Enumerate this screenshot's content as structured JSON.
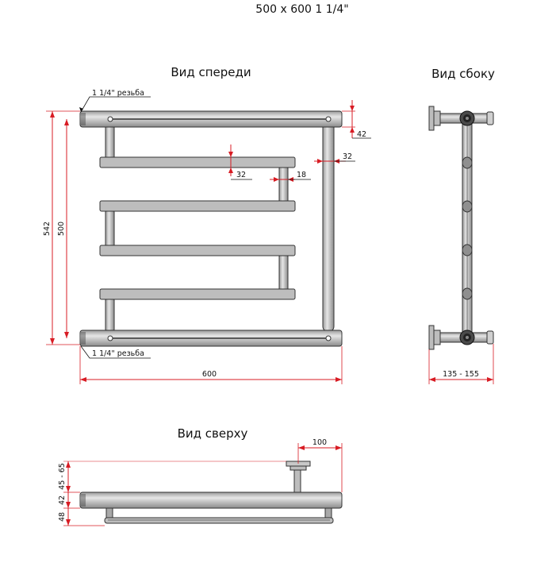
{
  "header": {
    "title": "500 х 600 1 1/4\""
  },
  "views": {
    "front": {
      "title": "Вид спереди"
    },
    "side": {
      "title": "Вид сбоку"
    },
    "top": {
      "title": "Вид сверху"
    }
  },
  "notes": {
    "thread_top": "1 1/4\" резьба",
    "thread_bottom": "1 1/4\" резьба"
  },
  "dimensions": {
    "height_total": "542",
    "height_axis": "500",
    "width": "600",
    "gap_top": "42",
    "shelf_gap": "32",
    "riser_offset": "32",
    "tube_dia": "18",
    "side_depth": "135 - 155",
    "top_mount_width": "100",
    "top_depth_1": "45 - 65",
    "top_depth_2": "42",
    "top_depth_3": "48"
  },
  "colors": {
    "dimension": "#d81c24",
    "pipe": "#c8c8c8",
    "outline": "#333333"
  }
}
